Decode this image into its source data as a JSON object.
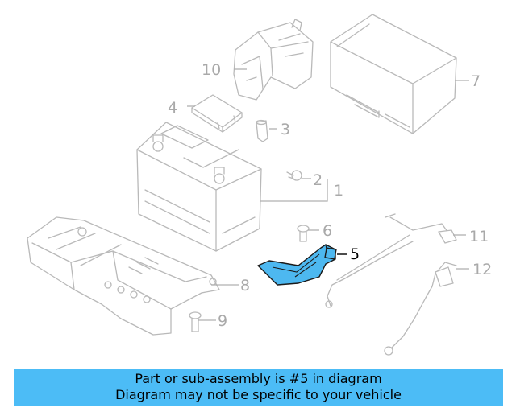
{
  "callouts": {
    "c1": "1",
    "c2": "2",
    "c3": "3",
    "c4": "4",
    "c5": "5",
    "c6": "6",
    "c7": "7",
    "c8": "8",
    "c9": "9",
    "c10": "10",
    "c11": "11",
    "c12": "12"
  },
  "banner": {
    "line1": "Part or sub-assembly is #5 in diagram",
    "line2": "Diagram may not be specific to your vehicle"
  },
  "colors": {
    "highlight": "#4db8f0",
    "banner": "#4cbcf6",
    "line": "#b9b9b9"
  }
}
